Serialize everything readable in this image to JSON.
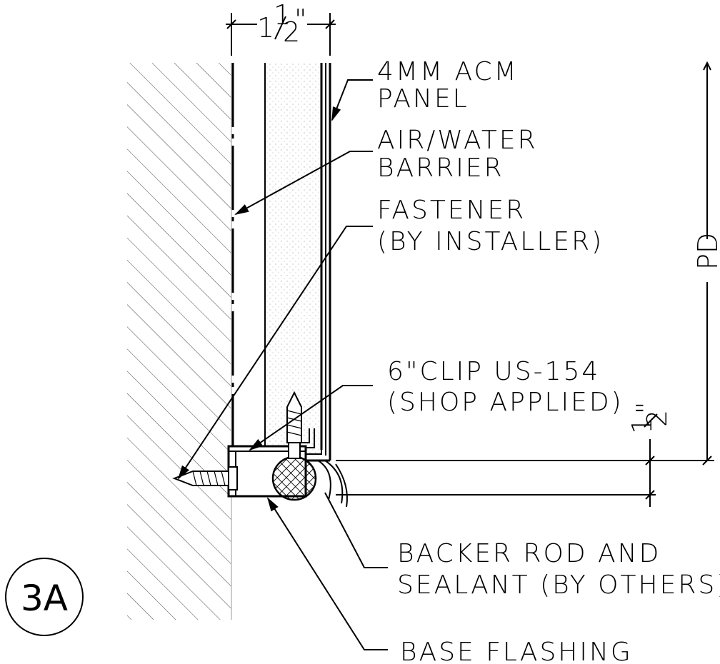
{
  "detail_tag": "3A",
  "dimensions": {
    "top_width": {
      "whole": "1",
      "num": "1",
      "den": "2",
      "mark": "\""
    },
    "reveal": {
      "num": "1",
      "den": "2",
      "mark": "\""
    },
    "height": "PD"
  },
  "callouts": [
    {
      "id": "acm-panel",
      "lines": [
        "4MM ACM",
        "PANEL"
      ]
    },
    {
      "id": "air-water-barrier",
      "lines": [
        "AIR/WATER",
        "BARRIER"
      ]
    },
    {
      "id": "fastener",
      "lines": [
        "FASTENER",
        "(BY INSTALLER)"
      ]
    },
    {
      "id": "clip",
      "lines": [
        "6\"CLIP US-154",
        "(SHOP APPLIED)"
      ]
    },
    {
      "id": "backer-rod",
      "lines": [
        "BACKER ROD AND",
        "SEALANT (BY OTHERS)"
      ]
    },
    {
      "id": "base-flashing",
      "lines": [
        "BASE FLASHING"
      ]
    }
  ]
}
